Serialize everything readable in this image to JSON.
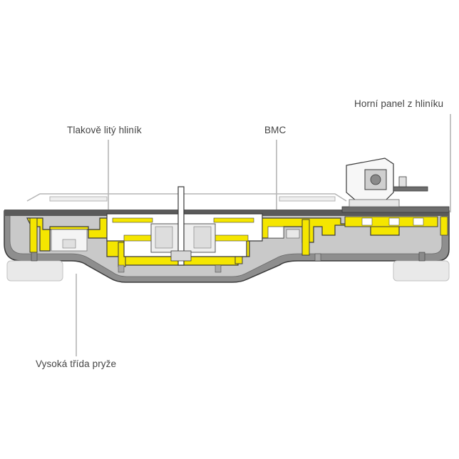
{
  "labels": {
    "top_panel": "Horní panel z hliníku",
    "die_cast": "Tlakově litý hliník",
    "bmc": "BMC",
    "rubber": "Vysoká třída pryže"
  },
  "colors": {
    "background": "#ffffff",
    "label_text": "#444444",
    "leader_line": "#8a8a8a",
    "chassis_gray": "#8e8e8e",
    "chassis_light": "#c9c9c9",
    "highlight_yellow": "#f5e600",
    "outline": "#3a3a3a",
    "top_plate": "#5a5a5a",
    "feet": "#e9e9e9"
  }
}
